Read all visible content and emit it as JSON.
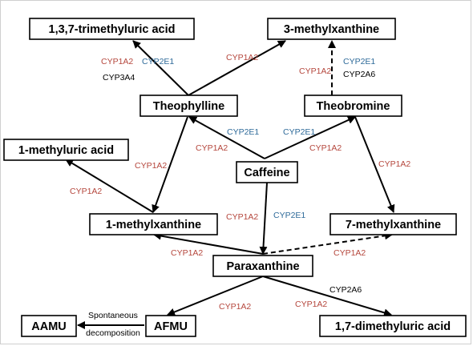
{
  "colors": {
    "CYP1A2": "#b5473d",
    "CYP2E1": "#2f6b9a",
    "other": "#000000"
  },
  "nodes": {
    "trimethyluric": "1,3,7-trimethyluric acid",
    "methylxanthine3": "3-methylxanthine",
    "theophylline": "Theophylline",
    "theobromine": "Theobromine",
    "methyluric1": "1-methyluric acid",
    "caffeine": "Caffeine",
    "methylxanthine1": "1-methylxanthine",
    "methylxanthine7": "7-methylxanthine",
    "paraxanthine": "Paraxanthine",
    "aamu": "AAMU",
    "afmu": "AFMU",
    "dimethyluric": "1,7-dimethyluric acid"
  },
  "enzymes": {
    "e_theo_tmu_1a2": "CYP1A2",
    "e_theo_tmu_2e1": "CYP2E1",
    "e_theo_tmu_3a4": "CYP3A4",
    "e_tb_3mx_1a2": "CYP1A2",
    "e_theo_3mx_1a2": "CYP1A2",
    "e_tb_3mx_2e1": "CYP2E1",
    "e_tb_3mx_2a6": "CYP2A6",
    "e_caf_theo_2e1": "CYP2E1",
    "e_caf_theo_1a2": "CYP1A2",
    "e_caf_tb_2e1": "CYP2E1",
    "e_caf_tb_1a2": "CYP1A2",
    "e_theo_1mx_1a2": "CYP1A2",
    "e_1mx_1mu_1a2": "CYP1A2",
    "e_tb_7mx_1a2": "CYP1A2",
    "e_caf_px_1a2": "CYP1A2",
    "e_caf_px_2e1": "CYP2E1",
    "e_px_1mx_1a2": "CYP1A2",
    "e_px_7mx_1a2": "CYP1A2",
    "e_px_afmu_1a2": "CYP1A2",
    "e_px_dmu_1a2": "CYP1A2",
    "e_px_dmu_2a6": "CYP2A6"
  },
  "notes": {
    "spontaneous": "Spontaneous",
    "decomposition": "decomposition"
  }
}
